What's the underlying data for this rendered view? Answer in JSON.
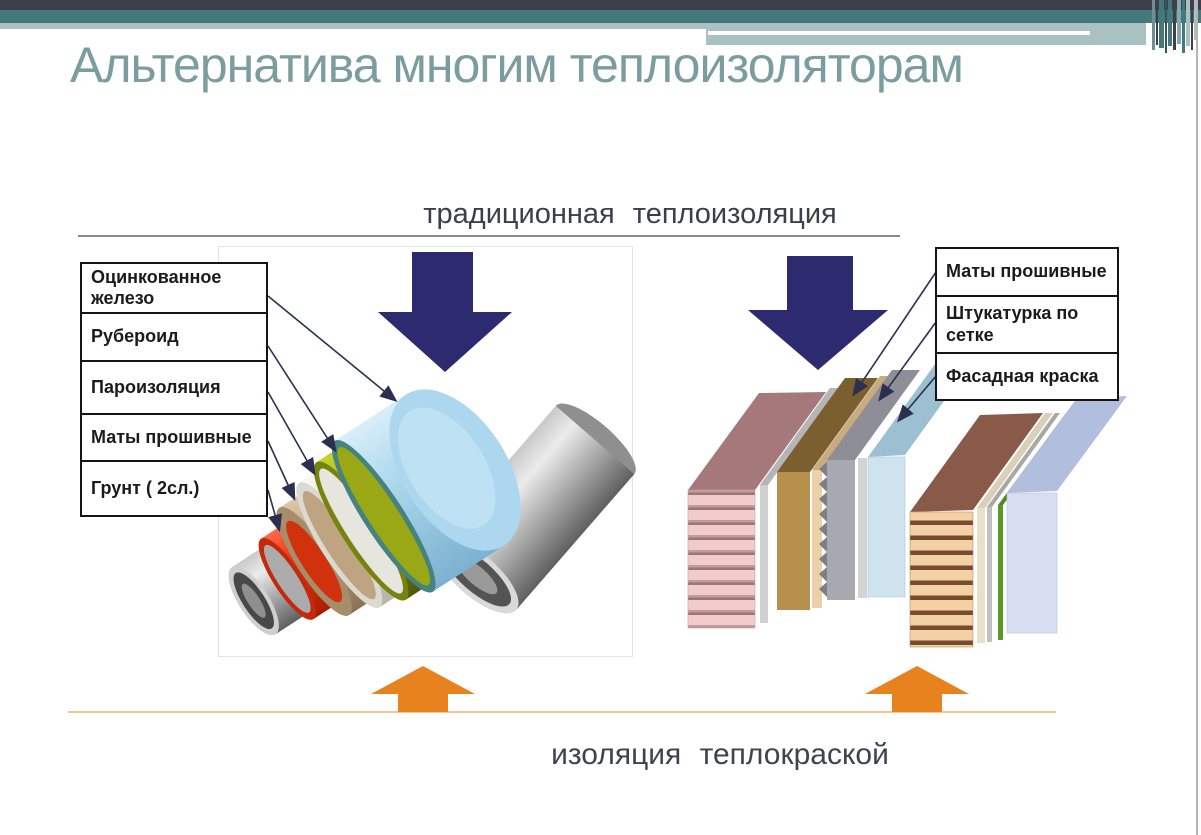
{
  "slide": {
    "title": "Альтернатива многим теплоизоляторам",
    "section_top_label": "традиционная теплоизоляция",
    "section_bottom_label": "изоляция теплокраской"
  },
  "pipe_diagram": {
    "description": "insulated pipe cutaway next to bare pipe",
    "labels": [
      "Оцинкованное железо",
      "Рубероид",
      "Пароизоляция",
      "Маты прошивные",
      "Грунт ( 2сл.)"
    ]
  },
  "wall_diagram": {
    "description": "insulated wall layers next to wall with thermal paint",
    "labels": [
      "Маты прошивные",
      "Штукатурка по сетке",
      "Фасадная краска"
    ]
  },
  "colors": {
    "header_dark": "#3f3f4b",
    "header_teal": "#45787c",
    "header_light_teal": "#a9c1c1",
    "title_text": "#7c9da0",
    "body_text": "#3a3f4c",
    "down_arrow_navy": "#2e2a70",
    "up_arrow_orange": "#e8821e",
    "underline_orange": "#f0c896"
  }
}
